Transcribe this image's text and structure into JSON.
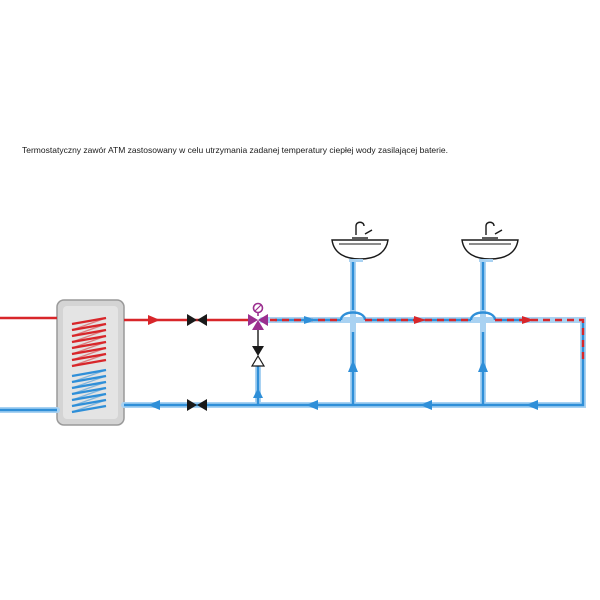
{
  "caption": "Termostatyczny zawór ATM zastosowany w celu utrzymania zadanej temperatury ciepłej wody zasilającej baterie.",
  "colors": {
    "hot_pipe": "#d8262a",
    "cold_pipe": "#2f8fd8",
    "pipe_halo": "#a9d2f2",
    "valve_body": "#1a1a1a",
    "mixing_valve": "#9b2f8f",
    "tank_body": "#d4d4d4",
    "tank_outline": "#9a9a9a"
  },
  "components": {
    "tank": "hot-water-cylinder-with-coil",
    "valves": [
      "shutoff-valve-supply",
      "shutoff-valve-return",
      "check-valve",
      "thermostatic-mixing-valve-atm"
    ],
    "fixtures": [
      "washbasin-1",
      "washbasin-2"
    ]
  }
}
